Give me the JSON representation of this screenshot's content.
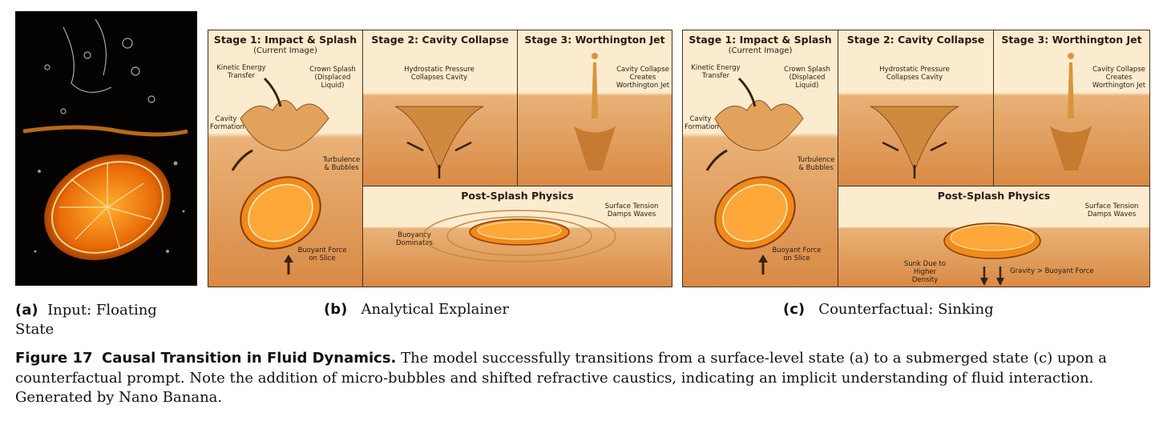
{
  "panel_b": {
    "stage1_title": "Stage 1: Impact & Splash",
    "stage1_sub": "(Current Image)",
    "stage2_title": "Stage 2: Cavity Collapse",
    "stage3_title": "Stage 3: Worthington Jet",
    "post_title": "Post-Splash Physics",
    "labels": {
      "kinetic": "Kinetic Energy Transfer",
      "crown": "Crown Splash (Displaced Liquid)",
      "cavity": "Cavity Formation",
      "turbulence": "Turbulence & Bubbles",
      "buoyant": "Buoyant Force on Slice",
      "hydrostatic": "Hydrostatic Pressure Collapses Cavity",
      "jet": "Cavity Collapse Creates Worthington Jet",
      "buoyancy": "Buoyancy Dominates",
      "tension": "Surface Tension Damps Waves"
    }
  },
  "panel_c": {
    "stage1_title": "Stage 1: Impact & Splash",
    "stage1_sub": "(Current Image)",
    "stage2_title": "Stage 2: Cavity Collapse",
    "stage3_title": "Stage 3: Worthington Jet",
    "post_title": "Post-Splash Physics",
    "labels": {
      "kinetic": "Kinetic Energy Transfer",
      "crown": "Crown Splash (Displaced Liquid)",
      "cavity": "Cavity Formation",
      "turbulence": "Turbulence & Bubbles",
      "buoyant": "Buoyant Force on Slice",
      "hydrostatic": "Hydrostatic Pressure Collapses Cavity",
      "jet": "Cavity Collapse Creates Worthington Jet",
      "tension": "Surface Tension Damps Waves",
      "sunk": "Sunk Due to Higher Density",
      "gravity": "Gravity > Buoyant Force"
    }
  },
  "captions": {
    "a_letter": "(a)",
    "a_text": "Input: Floating",
    "a_text2": "State",
    "b_letter": "(b)",
    "b_text": "Analytical Explainer",
    "c_letter": "(c)",
    "c_text": "Counterfactual: Sinking"
  },
  "figure": {
    "label": "Figure 17",
    "title": "Causal Transition in Fluid Dynamics.",
    "body": " The model successfully transitions from a surface-level state (a) to a submerged state (c) upon a counterfactual prompt. Note the addition of micro-bubbles and shifted refractive caustics, indicating an implicit understanding of fluid interaction. Generated by Nano Banana."
  }
}
